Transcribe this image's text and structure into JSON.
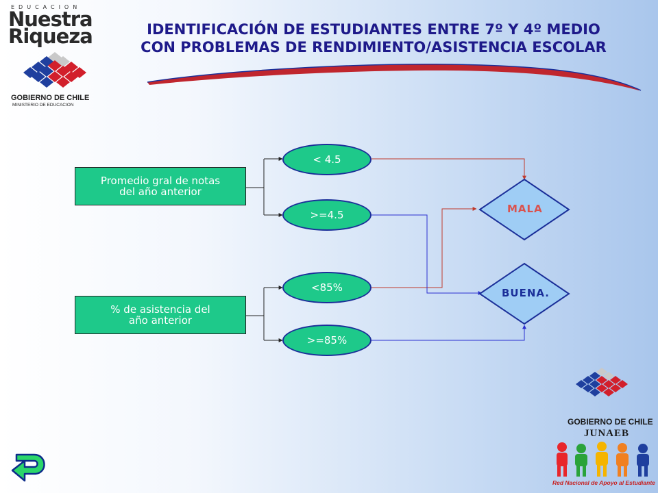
{
  "logo": {
    "edu_text": "EDUCACION",
    "brand_line1": "Nuestra",
    "brand_line2": "Riqueza",
    "gov_text": "GOBIERNO DE CHILE",
    "ministry_text": "MINISTERIO DE EDUCACION"
  },
  "title": {
    "line1": "IDENTIFICACIÓN DE ESTUDIANTES ENTRE 7º Y 4º MEDIO",
    "line2": "CON PROBLEMAS DE RENDIMIENTO/ASISTENCIA ESCOLAR"
  },
  "diagram": {
    "box_grades_line1": "Promedio gral de notas",
    "box_grades_line2": "del año anterior",
    "box_attendance_line1": "% de asistencia del",
    "box_attendance_line2": "año anterior",
    "oval_lt45": "< 4.5",
    "oval_ge45": ">=4.5",
    "oval_lt85": "<85%",
    "oval_ge85": ">=85%",
    "decision_mala": "MALA",
    "decision_buena": "BUENA.",
    "colors": {
      "node_fill": "#1ec98a",
      "diamond_fill": "#9fcdf5",
      "bad_line": "#c0392b",
      "good_line": "#2a2ed0",
      "label_bad": "#d9534f",
      "label_good": "#1b2f99"
    }
  },
  "junaeb": {
    "gov_text": "GOBIERNO DE CHILE",
    "name": "JUNAEB",
    "tagline": "Red Nacional de Apoyo al Estudiante"
  },
  "nav": {
    "back_icon": "return-arrow-icon"
  }
}
